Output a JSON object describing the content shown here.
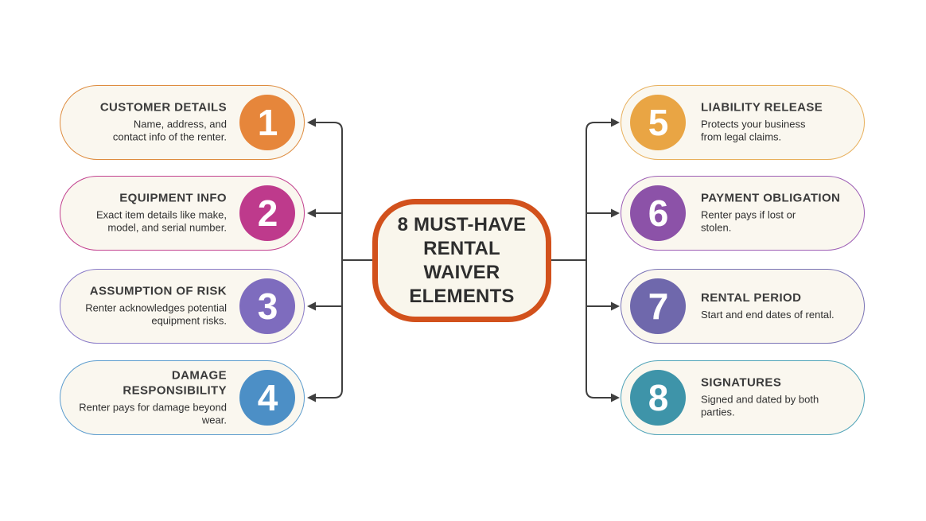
{
  "page": {
    "background_color": "#ffffff",
    "pill_fill_color": "#faf7ef",
    "connector_color": "#3f3f3f"
  },
  "center": {
    "title_lines": [
      "8 MUST-HAVE",
      "RENTAL",
      "WAIVER",
      "ELEMENTS"
    ],
    "border_color": "#d2511c",
    "fill_color": "#f9f6ec"
  },
  "items": [
    {
      "number": "1",
      "side": "left",
      "title": "CUSTOMER DETAILS",
      "description": [
        "Name, address, and",
        "contact info of the renter."
      ],
      "circle_color": "#e6863b",
      "border_color": "#de8c3f"
    },
    {
      "number": "2",
      "side": "left",
      "title": "EQUIPMENT INFO",
      "description": [
        "Exact item details like make,",
        "model, and serial number."
      ],
      "circle_color": "#be3a8c",
      "border_color": "#c2418f"
    },
    {
      "number": "3",
      "side": "left",
      "title": "ASSUMPTION OF RISK",
      "description": [
        "Renter acknowledges potential",
        "equipment risks."
      ],
      "circle_color": "#7e6cbe",
      "border_color": "#8a7bc8"
    },
    {
      "number": "4",
      "side": "left",
      "title": [
        "DAMAGE",
        "RESPONSIBILITY"
      ],
      "description": [
        "Renter pays for damage beyond",
        "wear."
      ],
      "circle_color": "#4c8fc6",
      "border_color": "#5c9cce"
    },
    {
      "number": "5",
      "side": "right",
      "title": "LIABILITY RELEASE",
      "description": [
        "Protects your business",
        "from legal claims."
      ],
      "circle_color": "#e9a544",
      "border_color": "#e8b05c"
    },
    {
      "number": "6",
      "side": "right",
      "title": "PAYMENT OBLIGATION",
      "description": [
        "Renter pays if lost or",
        "stolen."
      ],
      "circle_color": "#8c52a8",
      "border_color": "#9d5eb5"
    },
    {
      "number": "7",
      "side": "right",
      "title": "RENTAL PERIOD",
      "description": [
        "Start and end dates of rental."
      ],
      "circle_color": "#6f68ac",
      "border_color": "#7a73b5"
    },
    {
      "number": "8",
      "side": "right",
      "title": "SIGNATURES",
      "description": [
        "Signed and dated by both",
        "parties."
      ],
      "circle_color": "#3e94a9",
      "border_color": "#4fa3b8"
    }
  ]
}
